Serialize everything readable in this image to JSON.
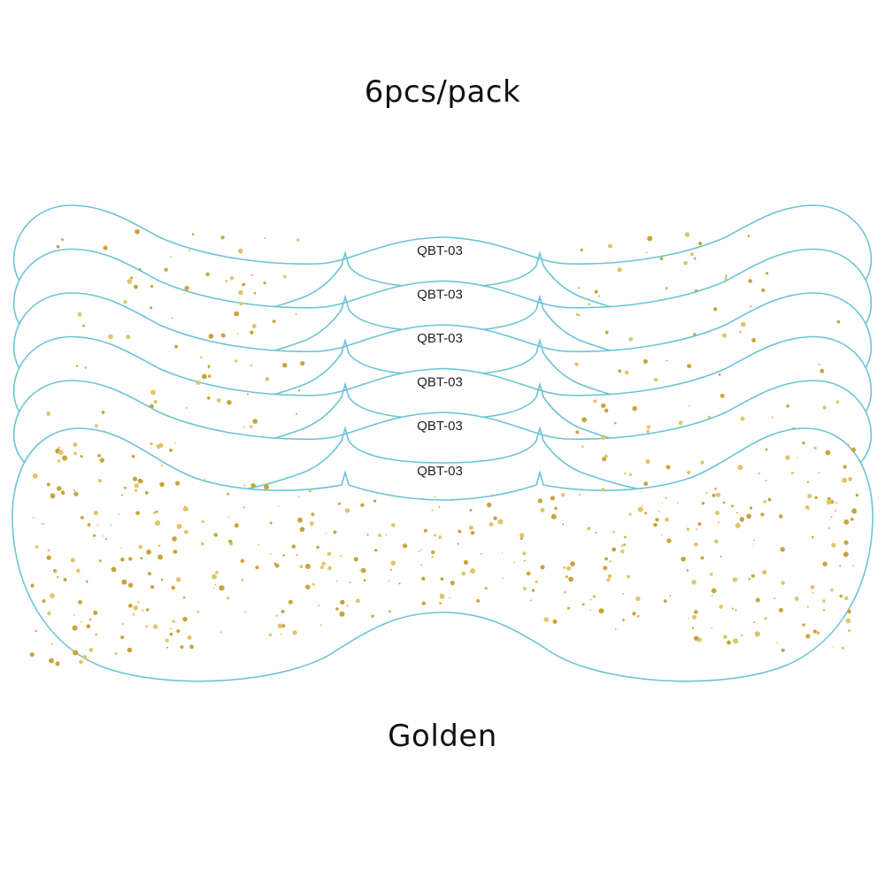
{
  "pack_label": "6pcs/pack",
  "color_label": "Golden",
  "patch_code": "QBT-03",
  "patch_count": 6,
  "colors": {
    "outline": "#6cc3d5",
    "glitter": "#c9a43a",
    "glitter_light": "#e0c56a",
    "text": "#111111"
  }
}
